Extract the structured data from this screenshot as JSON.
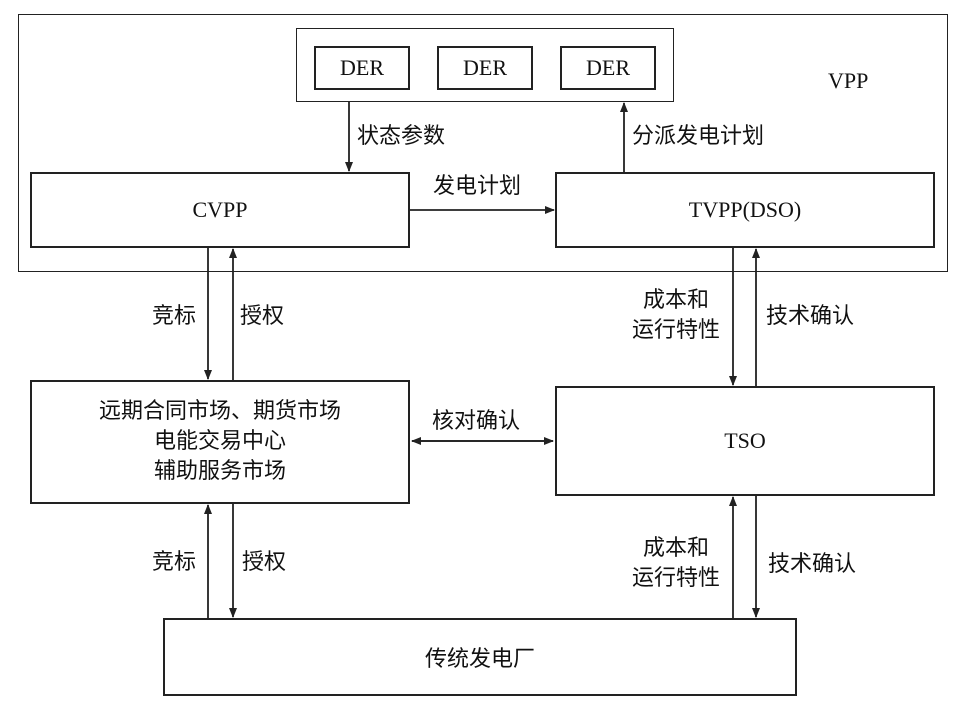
{
  "vpp_label": "VPP",
  "der_boxes": [
    "DER",
    "DER",
    "DER"
  ],
  "cvpp": "CVPP",
  "tvpp": "TVPP(DSO)",
  "market_box": [
    "远期合同市场、期货市场",
    "电能交易中心",
    "辅助服务市场"
  ],
  "tso": "TSO",
  "plant": "传统发电厂",
  "edges": {
    "state_params": "状态参数",
    "dispatch_plan": "分派发电计划",
    "gen_plan": "发电计划",
    "bid_upper": "竞标",
    "auth_upper": "授权",
    "cost_ops_upper": [
      "成本和",
      "运行特性"
    ],
    "tech_confirm_upper": "技术确认",
    "check_confirm": "核对确认",
    "bid_lower": "竞标",
    "auth_lower": "授权",
    "cost_ops_lower": [
      "成本和",
      "运行特性"
    ],
    "tech_confirm_lower": "技术确认"
  }
}
